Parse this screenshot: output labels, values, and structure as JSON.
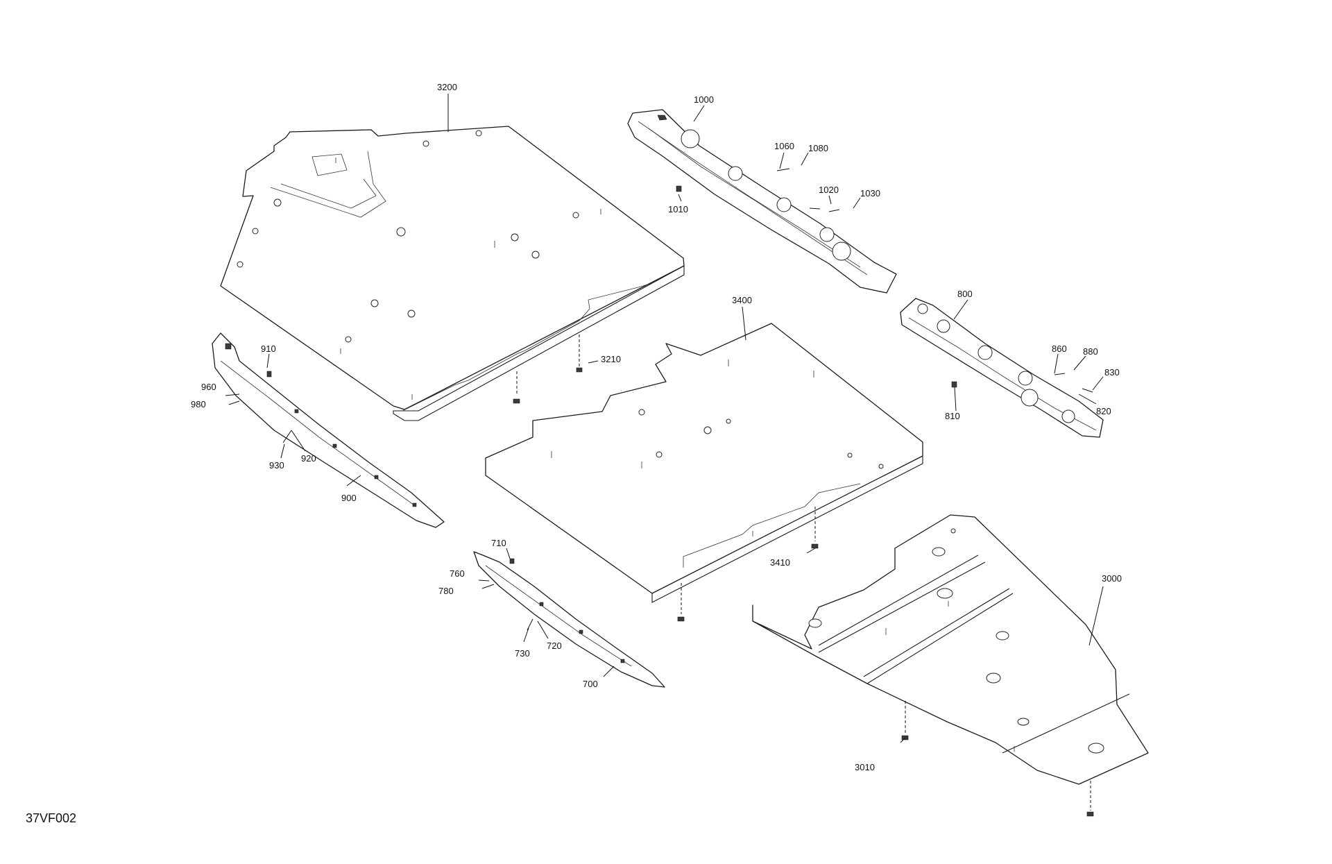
{
  "drawing_ref": "37VF002",
  "parts": {
    "p3200": "3200",
    "p3210": "3210",
    "p3400": "3400",
    "p3410": "3410",
    "p3000": "3000",
    "p3010": "3010",
    "p1000": "1000",
    "p1010": "1010",
    "p1020": "1020",
    "p1030": "1030",
    "p1060": "1060",
    "p1080": "1080",
    "p800": "800",
    "p810": "810",
    "p820": "820",
    "p830": "830",
    "p860": "860",
    "p880": "880",
    "p900": "900",
    "p910": "910",
    "p920": "920",
    "p930": "930",
    "p960": "960",
    "p980": "980",
    "p700": "700",
    "p710": "710",
    "p720": "720",
    "p730": "730",
    "p760": "760",
    "p780": "780"
  }
}
